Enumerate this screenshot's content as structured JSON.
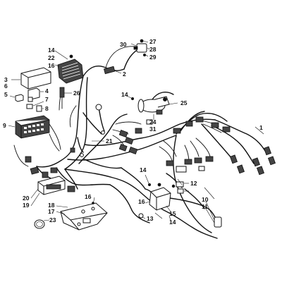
{
  "callouts": {
    "c1": "1",
    "c2": "2",
    "c3": "3",
    "c4": "4",
    "c5": "5",
    "c6": "6",
    "c7": "7",
    "c8": "8",
    "c9": "9",
    "c10": "10",
    "c11": "11",
    "c12": "12",
    "c13": "13",
    "c14a": "14",
    "c14b": "14",
    "c14c": "14",
    "c14d": "14",
    "c15": "15",
    "c16a": "16",
    "c16b": "16",
    "c16c": "16",
    "c17": "17",
    "c18": "18",
    "c19": "19",
    "c20": "20",
    "c21": "21",
    "c22": "22",
    "c23": "23",
    "c24": "24",
    "c25": "25",
    "c26": "26",
    "c27": "27",
    "c28": "28",
    "c29": "29",
    "c30": "30",
    "c31": "31"
  }
}
